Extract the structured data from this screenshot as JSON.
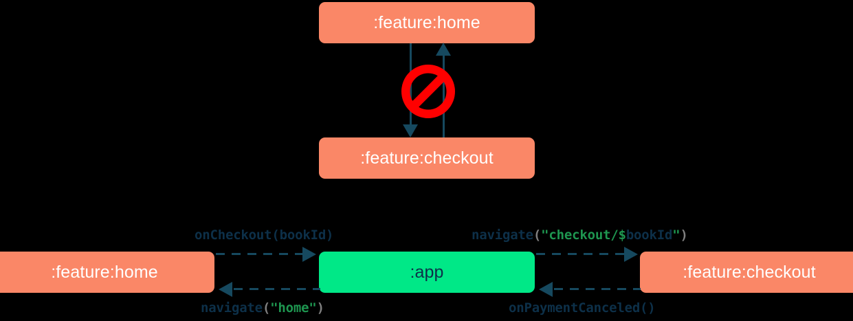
{
  "diagram": {
    "background_color": "#000000",
    "module_color": "#FA8767",
    "app_color": "#00E887",
    "connector_color": "#16495F",
    "forbidden_color": "#FF0000",
    "string_token_color": "#1E9650",
    "punct_token_color": "#7F7F7F",
    "ident_token_color": "#0D3049"
  },
  "top_cluster": {
    "nodes": {
      "home": {
        "label": ":feature:home"
      },
      "checkout": {
        "label": ":feature:checkout"
      }
    },
    "forbidden_marker": {
      "icon": "no-entry-icon",
      "meaning": "forbidden dependency"
    }
  },
  "bottom_cluster": {
    "nodes": {
      "home": {
        "label": ":feature:home"
      },
      "app": {
        "label": ":app"
      },
      "checkout": {
        "label": ":feature:checkout"
      }
    },
    "edges": {
      "home_to_app": {
        "tokens": [
          {
            "text": "onCheckout(bookId)",
            "type": "ident"
          }
        ]
      },
      "app_to_checkout": {
        "tokens": [
          {
            "text": "navigate",
            "type": "ident"
          },
          {
            "text": "(",
            "type": "punct"
          },
          {
            "text": "\"checkout/$",
            "type": "string"
          },
          {
            "text": "bookId",
            "type": "ident"
          },
          {
            "text": "\"",
            "type": "string"
          },
          {
            "text": ")",
            "type": "punct"
          }
        ]
      },
      "app_to_home": {
        "tokens": [
          {
            "text": "navigate",
            "type": "ident"
          },
          {
            "text": "(",
            "type": "punct"
          },
          {
            "text": "\"home\"",
            "type": "string"
          },
          {
            "text": ")",
            "type": "punct"
          }
        ]
      },
      "checkout_to_app": {
        "tokens": [
          {
            "text": "onPaymentCanceled()",
            "type": "ident"
          }
        ]
      }
    }
  }
}
